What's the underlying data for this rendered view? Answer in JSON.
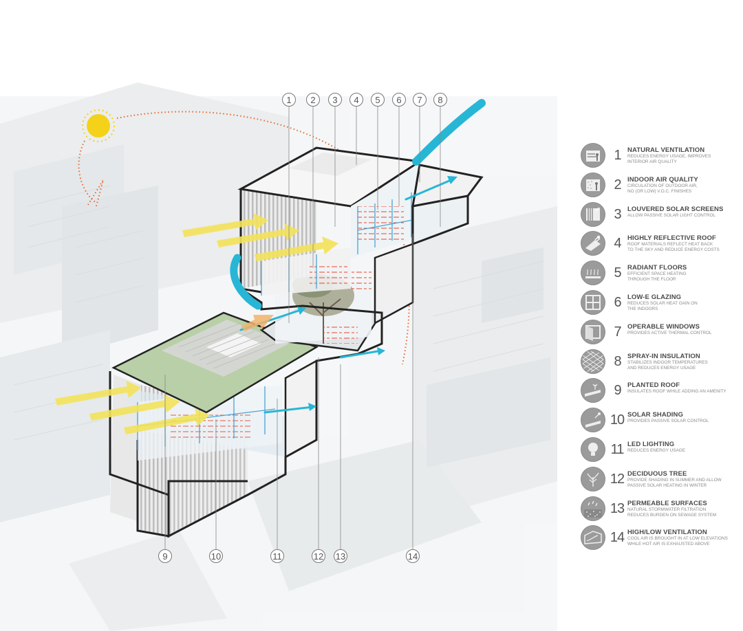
{
  "callouts_top": [
    "1",
    "2",
    "3",
    "4",
    "5",
    "6",
    "7",
    "8"
  ],
  "callouts_bottom": [
    "9",
    "10",
    "11",
    "12",
    "13",
    "14"
  ],
  "colors": {
    "sun": "#f5d21a",
    "sunlight_arrow": "#f3e35a",
    "air_flow": "#27b6d6",
    "radiant_heat": "#e8472b",
    "sun_path": "#e8642b",
    "green_roof": "#b9cfa8",
    "legend_icon": "#9b9b9b"
  },
  "legend": [
    {
      "num": "1",
      "icon": "natural-ventilation-icon",
      "title": "NATURAL VENTILATION",
      "desc": [
        "REDUCES ENERGY USAGE, IMPROVES",
        "INTERIOR AIR QUALITY"
      ]
    },
    {
      "num": "2",
      "icon": "indoor-air-quality-icon",
      "title": "INDOOR AIR QUALITY",
      "desc": [
        "CIRCULATION OF OUTDOOR AIR,",
        "NO (OR LOW) V.O.C. FINISHES"
      ]
    },
    {
      "num": "3",
      "icon": "louvered-screens-icon",
      "title": "LOUVERED SOLAR SCREENS",
      "desc": [
        "ALLOW PASSIVE SOLAR LIGHT CONTROL"
      ]
    },
    {
      "num": "4",
      "icon": "reflective-roof-icon",
      "title": "HIGHLY REFLECTIVE ROOF",
      "desc": [
        "ROOF MATERIALS REFLECT HEAT BACK",
        "TO THE SKY AND REDUCE ENERGY COSTS"
      ]
    },
    {
      "num": "5",
      "icon": "radiant-floors-icon",
      "title": "RADIANT FLOORS",
      "desc": [
        "EFFICIENT SPACE HEATING",
        "THROUGH THE FLOOR"
      ]
    },
    {
      "num": "6",
      "icon": "low-e-glazing-icon",
      "title": "LOW-E GLAZING",
      "desc": [
        "REDUCES SOLAR HEAT GAIN ON",
        "THE INDOORS"
      ]
    },
    {
      "num": "7",
      "icon": "operable-windows-icon",
      "title": "OPERABLE WINDOWS",
      "desc": [
        "PROVIDES ACTIVE THERMAL CONTROL"
      ]
    },
    {
      "num": "8",
      "icon": "spray-insulation-icon",
      "title": "SPRAY-IN INSULATION",
      "desc": [
        "STABILIZES INDOOR TEMPERATURES",
        "AND REDUCES ENERGY USAGE"
      ]
    },
    {
      "num": "9",
      "icon": "planted-roof-icon",
      "title": "PLANTED ROOF",
      "desc": [
        "INSULATES ROOF WHILE ADDING AN AMENITY"
      ]
    },
    {
      "num": "10",
      "icon": "solar-shading-icon",
      "title": "SOLAR SHADING",
      "desc": [
        "PROVIDES PASSIVE SOLAR CONTROL"
      ]
    },
    {
      "num": "11",
      "icon": "led-lighting-icon",
      "title": "LED LIGHTING",
      "desc": [
        "REDUCES ENERGY USAGE"
      ]
    },
    {
      "num": "12",
      "icon": "deciduous-tree-icon",
      "title": "DECIDUOUS TREE",
      "desc": [
        "PROVIDE SHADING IN SUMMER AND ALLOW",
        "PASSIVE SOLAR HEATING IN WINTER"
      ]
    },
    {
      "num": "13",
      "icon": "permeable-surfaces-icon",
      "title": "PERMEABLE SURFACES",
      "desc": [
        "NATURAL STORMWATER FILTRATION",
        "REDUCES BURDEN ON SEWAGE SYSTEM"
      ]
    },
    {
      "num": "14",
      "icon": "high-low-ventilation-icon",
      "title": "HIGH/LOW VENTILATION",
      "desc": [
        "COOL AIR IS BROUGHT IN AT LOW ELEVATIONS",
        "WHILE HOT AIR IS EXHAUSTED ABOVE"
      ]
    }
  ]
}
